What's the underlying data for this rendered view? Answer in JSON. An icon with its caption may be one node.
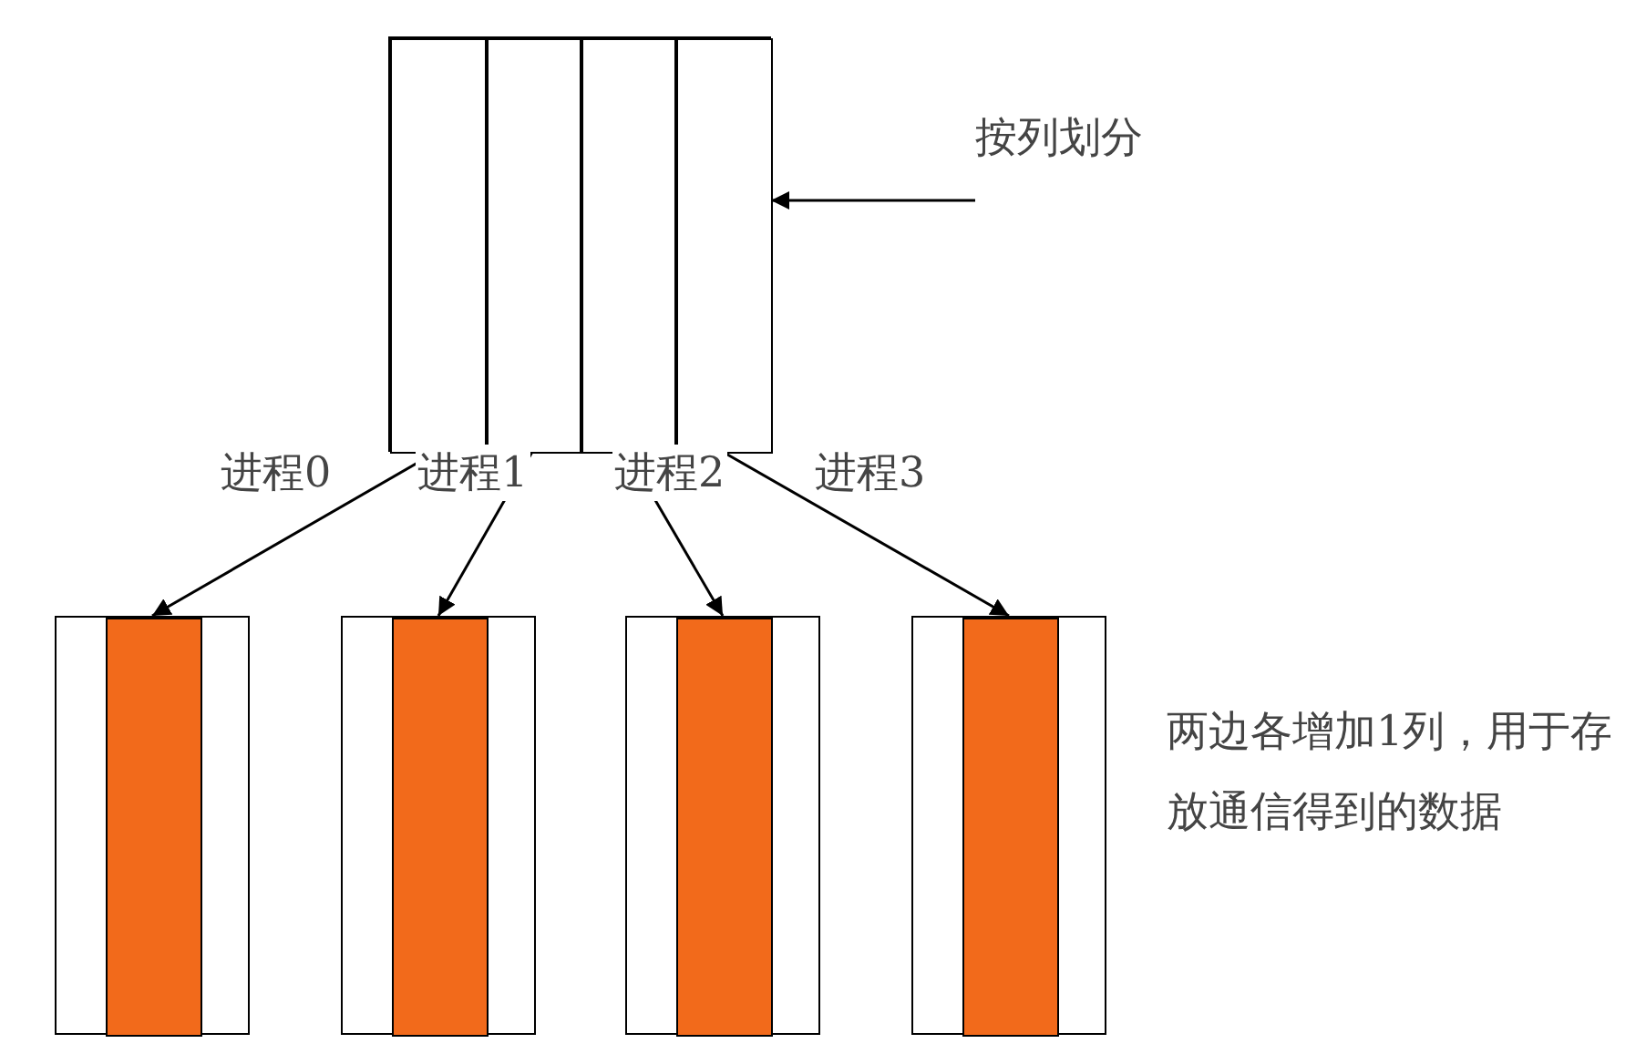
{
  "diagram": {
    "nodes": [
      {
        "text": [],
        "shape": "box"
      },
      {
        "text": [],
        "shape": "box",
        "in": 0
      },
      {
        "text": [],
        "shape": "box",
        "in": 0
      },
      {
        "text": [],
        "shape": "box",
        "in": 0
      },
      {
        "text": [],
        "shape": "box",
        "in": 0
      },
      {
        "text": [
          "按列划分"
        ]
      },
      {
        "text": [],
        "shape": "box"
      },
      {
        "text": [],
        "shape": "bar",
        "in": 6
      },
      {
        "text": [],
        "shape": "box"
      },
      {
        "text": [],
        "shape": "bar",
        "in": 8
      },
      {
        "text": [],
        "shape": "box"
      },
      {
        "text": [],
        "shape": "bar",
        "in": 10
      },
      {
        "text": [],
        "shape": "box"
      },
      {
        "text": [],
        "shape": "bar",
        "in": 12
      }
    ],
    "edges": [
      {
        "from": 1,
        "to": 7,
        "arrow": "to",
        "label": "进程0"
      },
      {
        "from": 2,
        "to": 9,
        "arrow": "to",
        "label": "进程1"
      },
      {
        "from": 3,
        "to": 11,
        "arrow": "to",
        "label": "进程2"
      },
      {
        "from": 4,
        "to": 13,
        "arrow": "to",
        "label": "进程3"
      },
      {
        "from": 5,
        "to": 0,
        "arrow": "to"
      }
    ],
    "labels": [
      "两边各增加1列，用于存放通信得到的数据"
    ]
  }
}
